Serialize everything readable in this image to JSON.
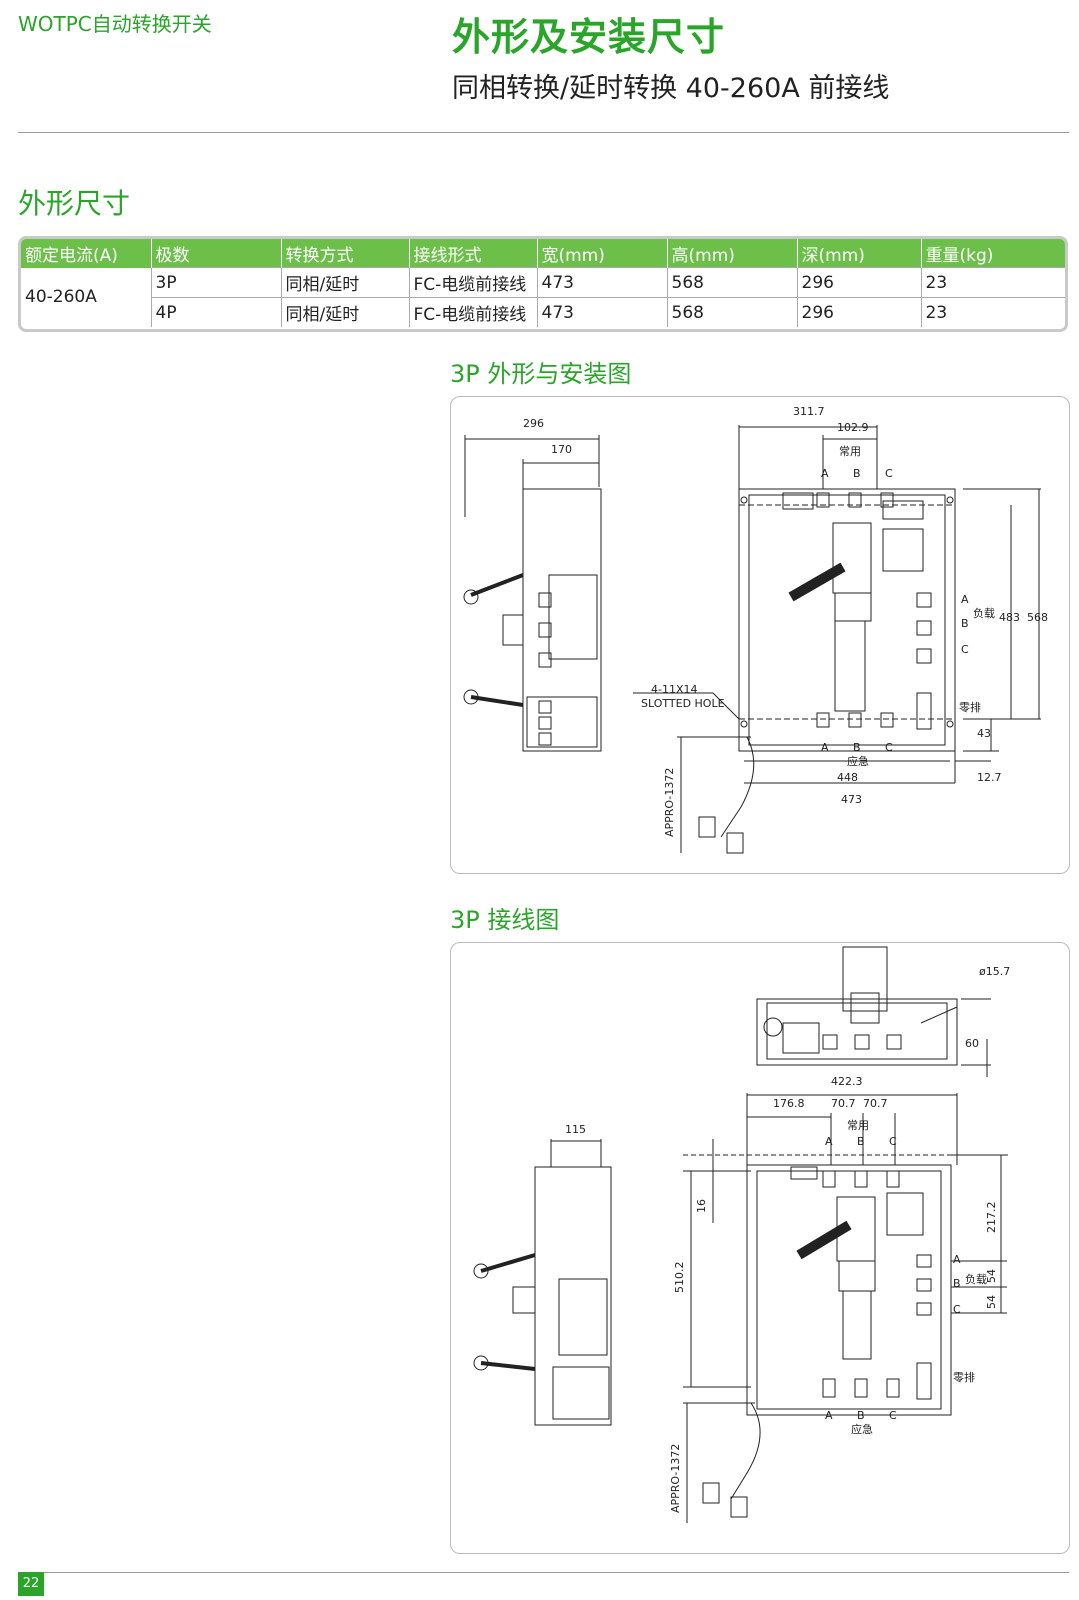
{
  "header": {
    "brand": "WOTPC自动转换开关",
    "title": "外形及安装尺寸",
    "subtitle": "同相转换/延时转换 40-260A 前接线"
  },
  "section": {
    "title": "外形尺寸"
  },
  "table": {
    "headers": [
      "额定电流(A)",
      "极数",
      "转换方式",
      "接线形式",
      "宽(mm)",
      "高(mm)",
      "深(mm)",
      "重量(kg)"
    ],
    "current": "40-260A",
    "rows": [
      [
        "3P",
        "同相/延时",
        "FC-电缆前接线",
        "473",
        "568",
        "296",
        "23"
      ],
      [
        "4P",
        "同相/延时",
        "FC-电缆前接线",
        "473",
        "568",
        "296",
        "23"
      ]
    ]
  },
  "figure1": {
    "title": "3P 外形与安装图",
    "dims": {
      "d296": "296",
      "d170": "170",
      "d311": "311.7",
      "d102": "102.9",
      "d483": "483",
      "d568": "568",
      "d43": "43",
      "d448": "448",
      "d473": "473",
      "d127": "12.7",
      "appro": "APPRO-1372"
    },
    "labels": {
      "changyong": "常用",
      "yingji": "应急",
      "fuzai": "负载",
      "lingpai": "零排",
      "a": "A",
      "b": "B",
      "c": "C",
      "hole1": "4-11X14",
      "hole2": "SLOTTED HOLE"
    }
  },
  "figure2": {
    "title": "3P 接线图",
    "dims": {
      "d157": "ø15.7",
      "d60": "60",
      "d4223": "422.3",
      "d1768": "176.8",
      "d707a": "70.7",
      "d707b": "70.7",
      "d115": "115",
      "d16": "16",
      "d5102": "510.2",
      "d2172": "217.2",
      "d54a": "54",
      "d54b": "54",
      "appro": "APPRO-1372"
    },
    "labels": {
      "changyong": "常用",
      "yingji": "应急",
      "fuzai": "负载",
      "lingpai": "零排",
      "a": "A",
      "b": "B",
      "c": "C"
    }
  },
  "footer": {
    "page": "22"
  }
}
